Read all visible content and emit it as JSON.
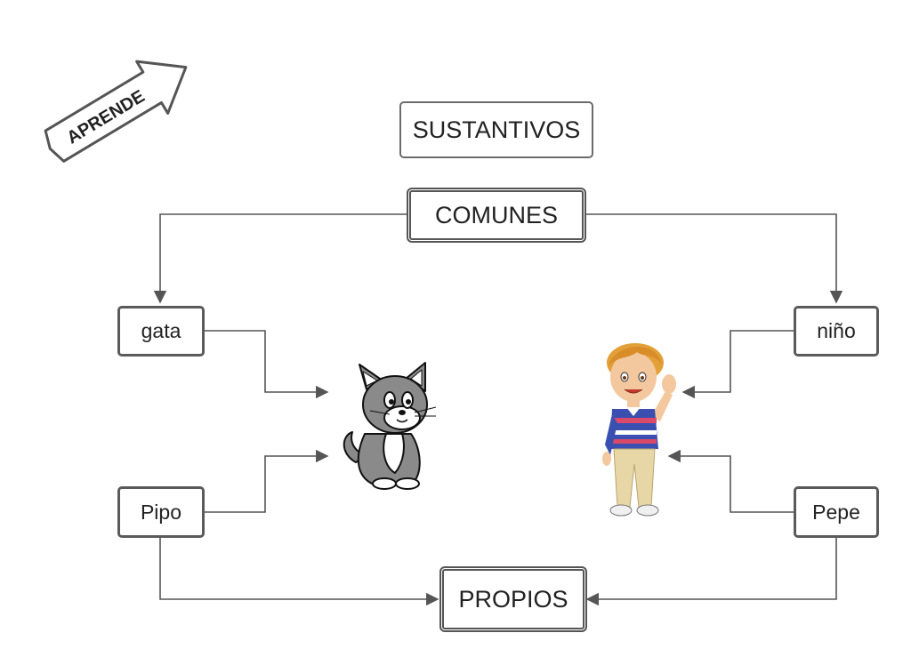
{
  "badge": {
    "text": "APRENDE"
  },
  "title": "SUSTANTIVOS",
  "comunes": "COMUNES",
  "propios": "PROPIOS",
  "items": {
    "gata": "gata",
    "nino": "niño",
    "pipo": "Pipo",
    "pepe": "Pepe"
  },
  "colors": {
    "line": "#555555",
    "box_border": "#5a5a5a"
  },
  "images": {
    "cat": "cartoon-cat",
    "boy": "cartoon-boy-waving"
  }
}
